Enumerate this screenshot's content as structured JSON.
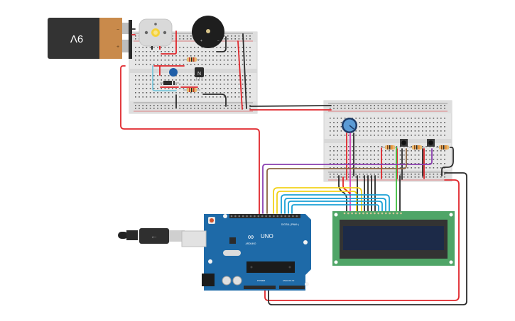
{
  "battery": {
    "label": "9V",
    "minus": "−",
    "plus": "+"
  },
  "arduino": {
    "brand": "ARDUINO",
    "model": "UNO",
    "digital_label": "DIGITAL (PWM~)",
    "power_label": "POWER",
    "analog_label": "ANALOG IN",
    "logo": "∞"
  },
  "breadboards": [
    {
      "name": "breadboard-top-left",
      "rail_minus": "−",
      "rail_plus": "+"
    },
    {
      "name": "breadboard-right",
      "rail_minus": "−",
      "rail_plus": "+"
    }
  ],
  "transistor": {
    "label": "N"
  },
  "colors": {
    "wire_red": "#e0262b",
    "wire_black": "#2b2b2b",
    "wire_purple": "#8a3fb0",
    "wire_brown": "#8b6542",
    "wire_yellow": "#f2d21a",
    "wire_blue": "#1aa1d6",
    "wire_green": "#3dbd3d",
    "wire_pink": "#d63fb7",
    "wire_cyan": "#7cc8dc",
    "arduino_blue": "#1e6aa8",
    "lcd_green": "#4fa567",
    "lcd_screen": "#1c2a48",
    "breadboard": "#e8e8e8",
    "battery_body": "#333333",
    "battery_cap": "#c98a4b"
  }
}
